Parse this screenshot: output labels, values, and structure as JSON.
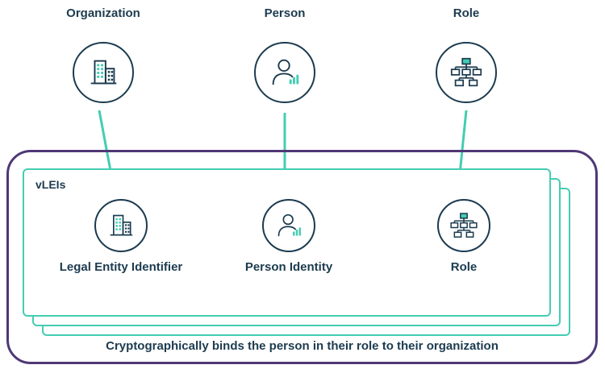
{
  "colors": {
    "dark": "#1c3b4f",
    "teal": "#44cdb2",
    "purple": "#4f3876"
  },
  "top_row": {
    "items": [
      {
        "label": "Organization",
        "icon": "building-icon"
      },
      {
        "label": "Person",
        "icon": "person-icon"
      },
      {
        "label": "Role",
        "icon": "org-chart-icon"
      }
    ]
  },
  "vlei_box": {
    "tag": "vLEIs",
    "items": [
      {
        "label": "Legal Entity Identifier",
        "icon": "building-icon"
      },
      {
        "label": "Person Identity",
        "icon": "person-icon"
      },
      {
        "label": "Role",
        "icon": "org-chart-icon"
      }
    ],
    "caption": "Cryptographically binds the person in their role to their organization"
  }
}
